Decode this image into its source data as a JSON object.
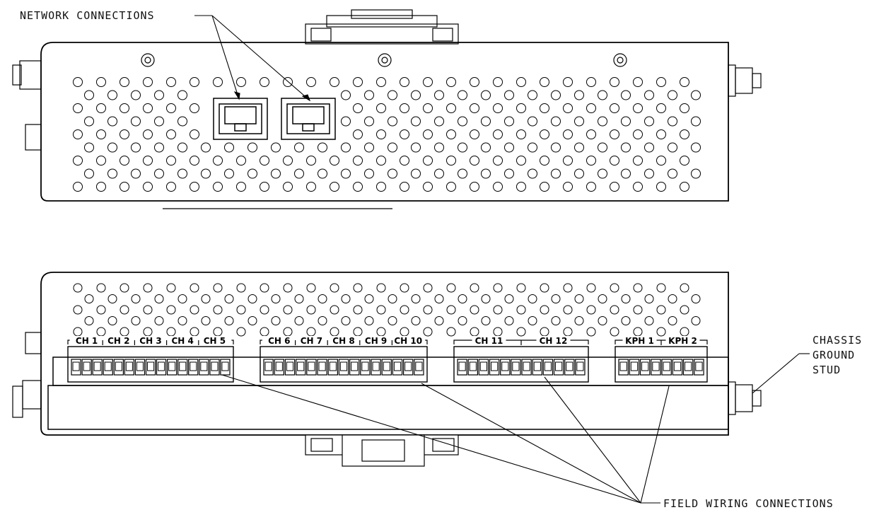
{
  "labels": {
    "network": "NETWORK CONNECTIONS",
    "field": "FIELD WIRING CONNECTIONS",
    "ground_1": "CHASSIS",
    "ground_2": "GROUND",
    "ground_3": "STUD"
  },
  "terminal_blocks": [
    {
      "channels": [
        "CH 1",
        "CH 2",
        "CH 3",
        "CH 4",
        "CH 5"
      ]
    },
    {
      "channels": [
        "CH 6",
        "CH 7",
        "CH 8",
        "CH 9",
        "CH 10"
      ]
    },
    {
      "channels": [
        "CH 11",
        "CH 12"
      ]
    },
    {
      "channels": [
        "KPH 1",
        "KPH 2"
      ]
    }
  ],
  "colors": {
    "line": "#000000",
    "background": "#ffffff"
  }
}
